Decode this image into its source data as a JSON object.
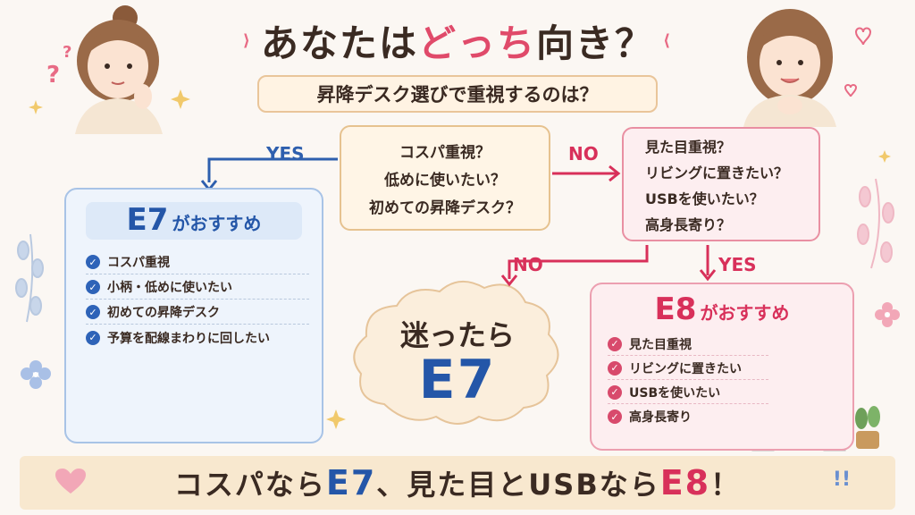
{
  "title": {
    "prefix": "あなたは",
    "accent": "どっち",
    "suffix": "向き？"
  },
  "subtitle": "昇降デスク選びで重視するのは？",
  "question_center": {
    "lines": [
      "コスパ重視？",
      "低めに使いたい？",
      "初めての昇降デスク？"
    ]
  },
  "question_right": {
    "lines": [
      "見た目重視？",
      "リビングに置きたい？",
      "USBを使いたい？",
      "高身長寄り？"
    ]
  },
  "arrows": {
    "yes_left": "YES",
    "no_top": "NO",
    "no_mid": "NO",
    "yes_right": "YES"
  },
  "e7": {
    "model": "E7",
    "recommend": "がおすすめ",
    "items": [
      "コスパ重視",
      "小柄・低めに使いたい",
      "初めての昇降デスク",
      "予算を配線まわりに回したい"
    ]
  },
  "e8": {
    "model": "E8",
    "recommend": "がおすすめ",
    "items": [
      "見た目重視",
      "リビングに置きたい",
      "USBを使いたい",
      "高身長寄り"
    ]
  },
  "cloud": {
    "line1": "迷ったら",
    "line2": "E7"
  },
  "banner": {
    "part1": "コスパなら",
    "model1": "E7",
    "part2": "、見た目とUSBなら",
    "model2": "E8",
    "part3": "！"
  },
  "colors": {
    "blue": "#2456a8",
    "pink": "#d8305a",
    "cream": "#f8e8cf"
  }
}
